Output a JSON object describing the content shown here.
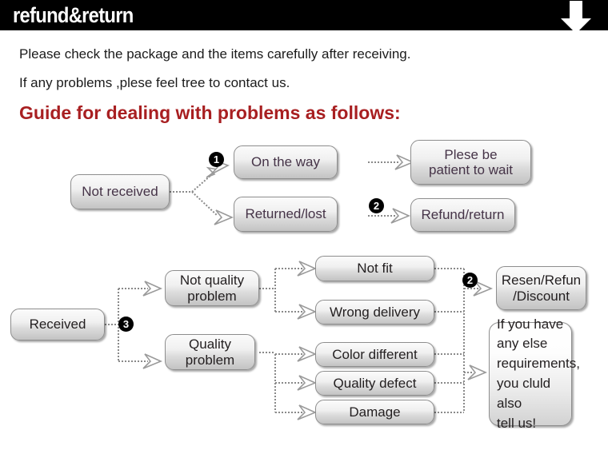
{
  "header": {
    "title": "refund&return",
    "arrow_icon": "down-arrow-icon",
    "background_color": "#000000",
    "text_color": "#ffffff"
  },
  "intro": {
    "line1": "Please check the package and the items carefully after receiving.",
    "line2": "If any problems ,plese feel tree to contact us.",
    "heading": "Guide for dealing with problems as follows:",
    "heading_color": "#a81f21"
  },
  "flow_not_received": {
    "source": "Not received",
    "branches": [
      {
        "status": "On the way",
        "step": "1",
        "result": "Plese be\npatient to wait",
        "result_line1": "Plese be",
        "result_line2": "patient to wait"
      },
      {
        "status": "Returned/lost",
        "step": "2",
        "result": "Refund/return"
      }
    ]
  },
  "flow_received": {
    "source": "Received",
    "step": "3",
    "categories": [
      {
        "label_line1": "Not quality",
        "label_line2": "problem",
        "issues": [
          "Not fit",
          "Wrong delivery"
        ]
      },
      {
        "label_line1": "Quality",
        "label_line2": "problem",
        "issues": [
          "Color different",
          "Quality defect",
          "Damage"
        ]
      }
    ],
    "outcomes": [
      {
        "step": "2",
        "line1": "Resen/Refun",
        "line2": "/Discount"
      },
      {
        "lines": [
          "If you have",
          "any else",
          "requirements,",
          "you cluld also",
          "tell us!"
        ]
      }
    ]
  },
  "style": {
    "box_border": "#8e8e8e",
    "box_text": "#231f20",
    "box_text_purple": "#453347",
    "wire_color": "#8a8a8a"
  }
}
